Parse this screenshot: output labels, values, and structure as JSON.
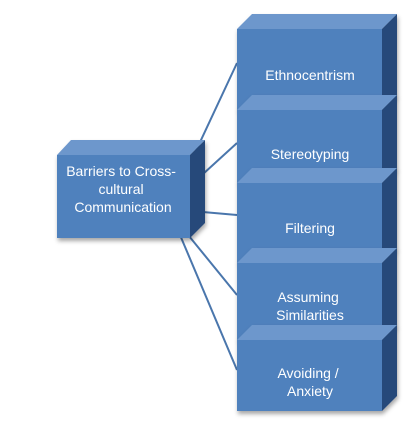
{
  "root": {
    "lines": [
      "Barriers to Cross-",
      "cultural",
      "Communication"
    ]
  },
  "branches": [
    {
      "lines": [
        "Ethnocentrism"
      ]
    },
    {
      "lines": [
        "Stereotyping"
      ]
    },
    {
      "lines": [
        "Filtering"
      ]
    },
    {
      "lines": [
        "Assuming",
        "Similarities"
      ]
    },
    {
      "lines": [
        "Avoiding /",
        "Anxiety"
      ]
    }
  ],
  "colors": {
    "box_front": "#4F81BD",
    "box_top": "#6D97CC",
    "box_side": "#27497A",
    "connector": "#4A76AC",
    "label": "#FFFFFF"
  }
}
